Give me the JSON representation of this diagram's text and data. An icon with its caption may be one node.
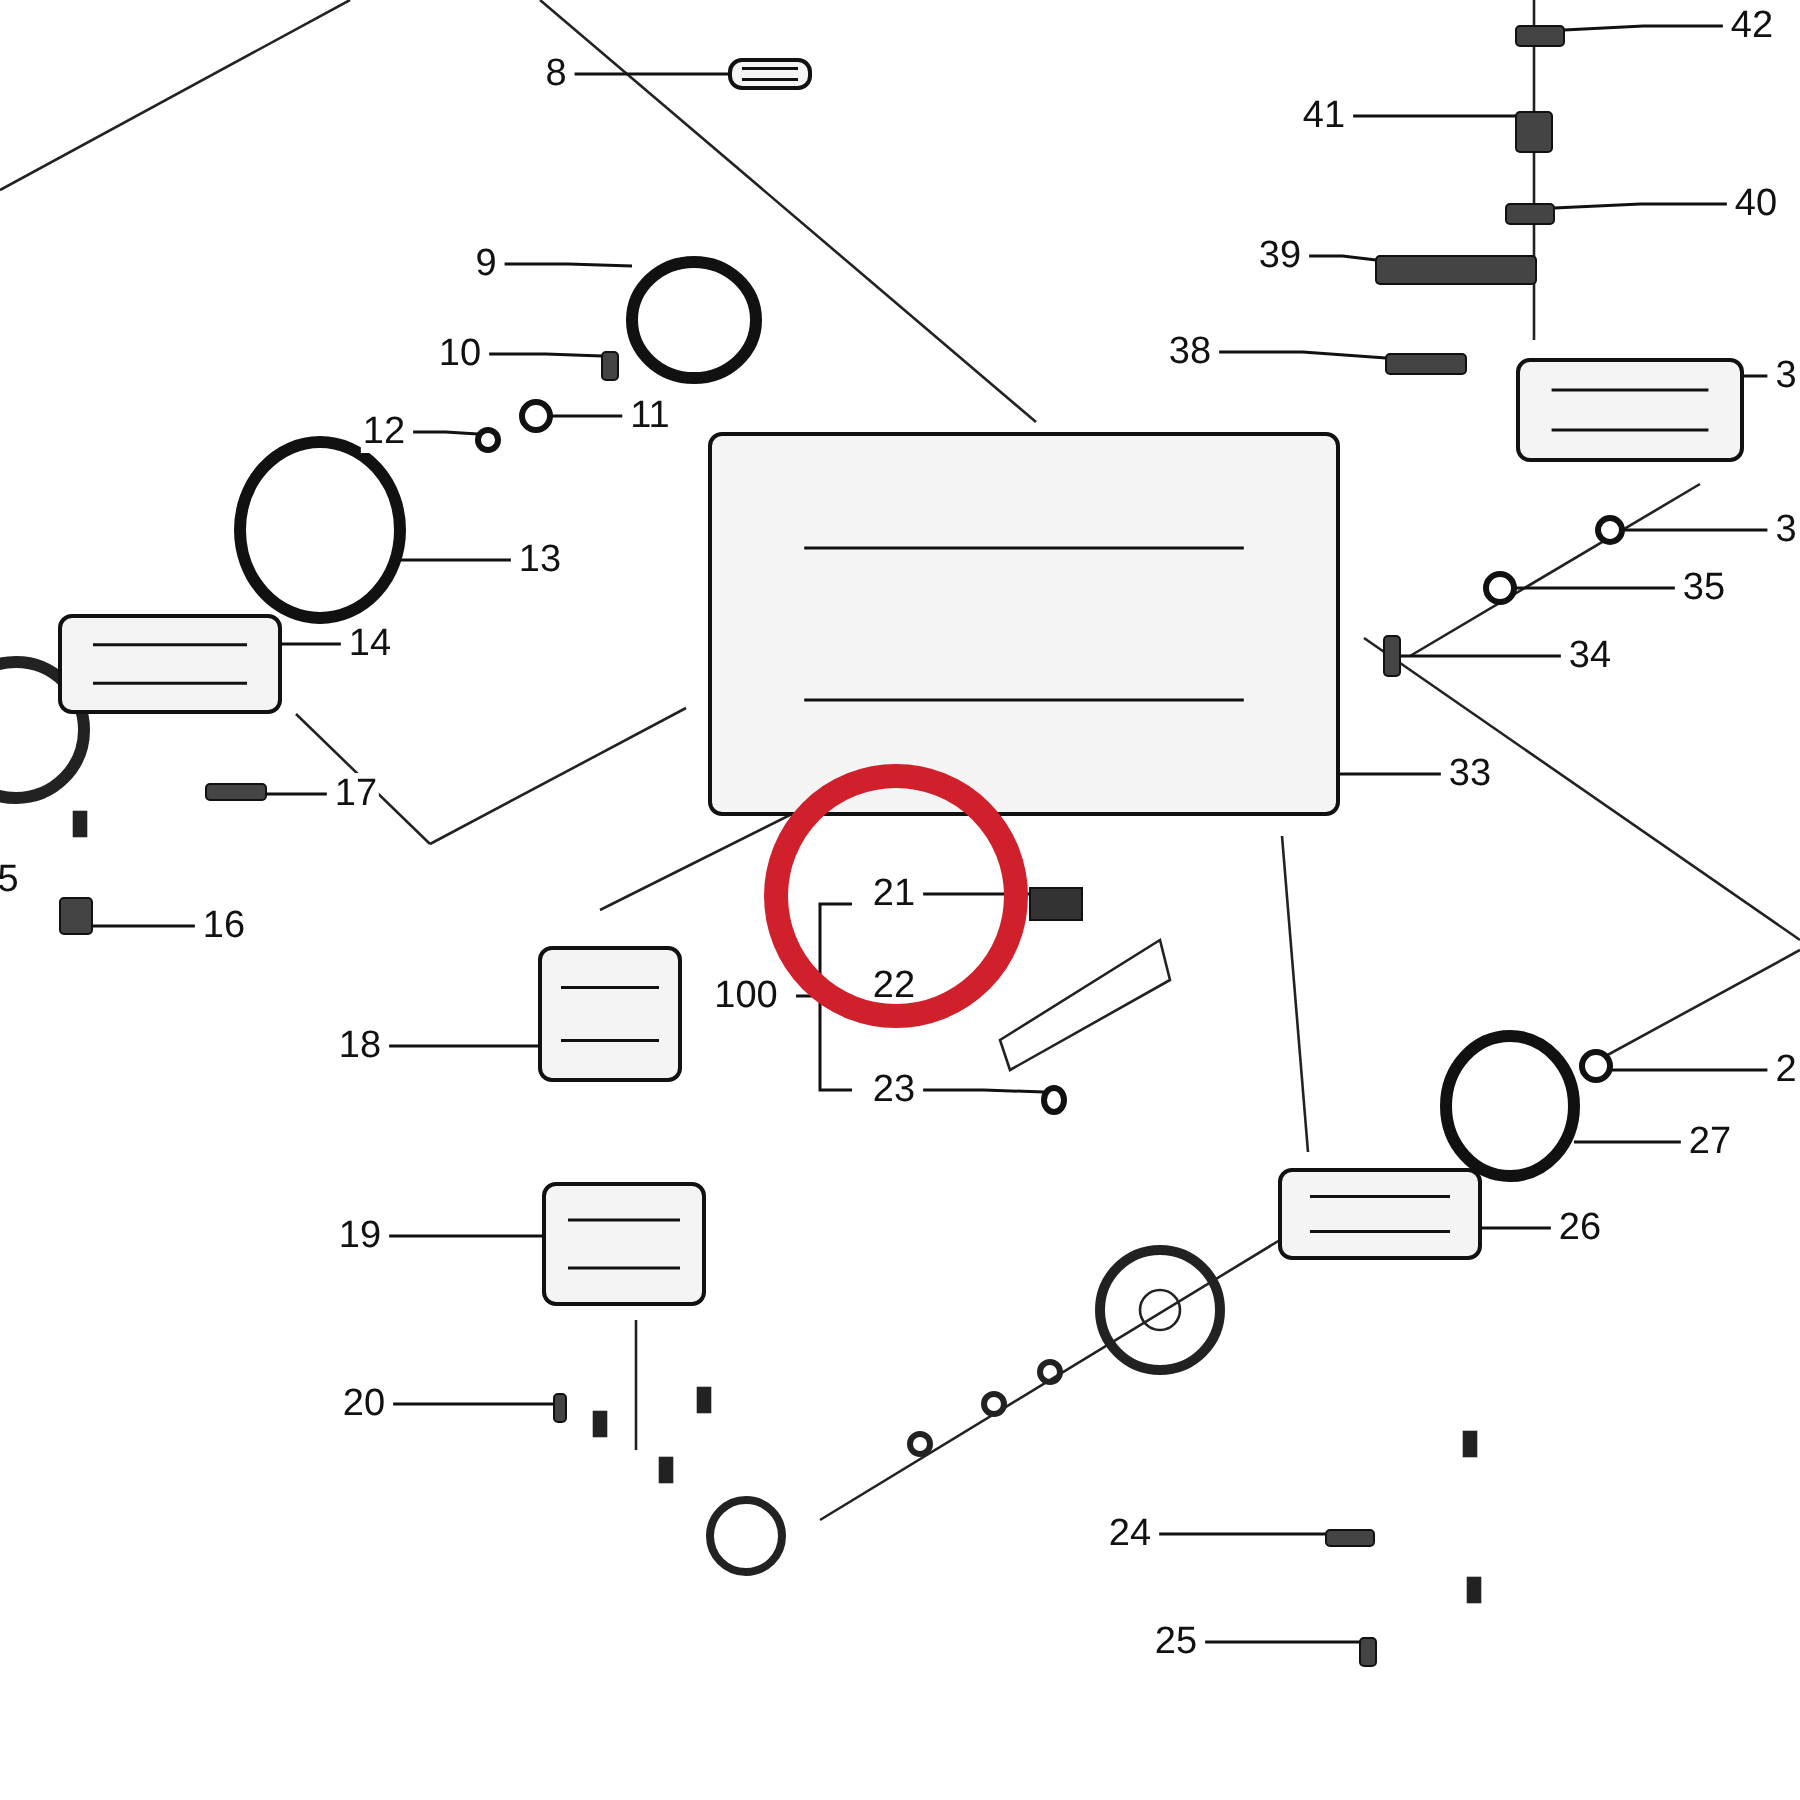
{
  "diagram": {
    "nodes": [
      {
        "text": [
          "8"
        ]
      },
      {
        "text": [],
        "shape": "picture"
      },
      {
        "text": [
          "9"
        ]
      },
      {
        "text": [],
        "shape": "circle"
      },
      {
        "text": [
          "10"
        ]
      },
      {
        "text": [],
        "shape": "bar"
      },
      {
        "text": [
          "11"
        ]
      },
      {
        "text": [],
        "shape": "circle"
      },
      {
        "text": [
          "12"
        ]
      },
      {
        "text": [],
        "shape": "circle"
      },
      {
        "text": [
          "13"
        ]
      },
      {
        "text": [],
        "shape": "circle"
      },
      {
        "text": [
          "14"
        ]
      },
      {
        "text": [],
        "shape": "picture"
      },
      {
        "text": [
          "17"
        ]
      },
      {
        "text": [],
        "shape": "bar"
      },
      {
        "text": [
          "16"
        ]
      },
      {
        "text": [],
        "shape": "bar"
      },
      {
        "text": [
          "18"
        ]
      },
      {
        "text": [],
        "shape": "picture"
      },
      {
        "text": [
          "19"
        ]
      },
      {
        "text": [],
        "shape": "picture"
      },
      {
        "text": [
          "20"
        ]
      },
      {
        "text": [],
        "shape": "bar"
      },
      {
        "text": [
          "21"
        ]
      },
      {
        "text": [],
        "shape": "box"
      },
      {
        "text": [
          "23"
        ]
      },
      {
        "text": [],
        "shape": "circle"
      },
      {
        "text": [
          "33"
        ]
      },
      {
        "text": [],
        "shape": "picture"
      },
      {
        "text": [
          "34"
        ]
      },
      {
        "text": [],
        "shape": "bar"
      },
      {
        "text": [
          "35"
        ]
      },
      {
        "text": [],
        "shape": "circle"
      },
      {
        "text": [
          "3"
        ]
      },
      {
        "text": [],
        "shape": "circle"
      },
      {
        "text": [
          "3"
        ]
      },
      {
        "text": [],
        "shape": "picture"
      },
      {
        "text": [
          "38"
        ]
      },
      {
        "text": [],
        "shape": "bar"
      },
      {
        "text": [
          "39"
        ]
      },
      {
        "text": [],
        "shape": "bar"
      },
      {
        "text": [
          "40"
        ]
      },
      {
        "text": [],
        "shape": "bar"
      },
      {
        "text": [
          "41"
        ]
      },
      {
        "text": [],
        "shape": "bar"
      },
      {
        "text": [
          "42"
        ]
      },
      {
        "text": [],
        "shape": "bar"
      },
      {
        "text": [
          "2"
        ]
      },
      {
        "text": [],
        "shape": "circle"
      },
      {
        "text": [
          "27"
        ]
      },
      {
        "text": [],
        "shape": "circle"
      },
      {
        "text": [
          "26"
        ]
      },
      {
        "text": [],
        "shape": "picture"
      },
      {
        "text": [
          "24"
        ]
      },
      {
        "text": [],
        "shape": "bar"
      },
      {
        "text": [
          "25"
        ]
      },
      {
        "text": [],
        "shape": "bar"
      }
    ],
    "edges": [
      {
        "from": 0,
        "to": 1,
        "arrow": "none"
      },
      {
        "from": 2,
        "to": 3,
        "arrow": "none"
      },
      {
        "from": 4,
        "to": 5,
        "arrow": "none"
      },
      {
        "from": 6,
        "to": 7,
        "arrow": "none"
      },
      {
        "from": 8,
        "to": 9,
        "arrow": "none"
      },
      {
        "from": 10,
        "to": 11,
        "arrow": "none"
      },
      {
        "from": 12,
        "to": 13,
        "arrow": "none"
      },
      {
        "from": 14,
        "to": 15,
        "arrow": "none"
      },
      {
        "from": 16,
        "to": 17,
        "arrow": "none"
      },
      {
        "from": 18,
        "to": 19,
        "arrow": "none"
      },
      {
        "from": 20,
        "to": 21,
        "arrow": "none"
      },
      {
        "from": 22,
        "to": 23,
        "arrow": "none"
      },
      {
        "from": 24,
        "to": 25,
        "arrow": "none"
      },
      {
        "from": 26,
        "to": 27,
        "arrow": "none"
      },
      {
        "from": 28,
        "to": 29,
        "arrow": "none"
      },
      {
        "from": 30,
        "to": 31,
        "arrow": "none"
      },
      {
        "from": 32,
        "to": 33,
        "arrow": "none"
      },
      {
        "from": 34,
        "to": 35,
        "arrow": "none"
      },
      {
        "from": 36,
        "to": 37,
        "arrow": "none"
      },
      {
        "from": 38,
        "to": 39,
        "arrow": "none"
      },
      {
        "from": 40,
        "to": 41,
        "arrow": "none"
      },
      {
        "from": 42,
        "to": 43,
        "arrow": "none"
      },
      {
        "from": 44,
        "to": 45,
        "arrow": "none"
      },
      {
        "from": 46,
        "to": 47,
        "arrow": "none"
      },
      {
        "from": 48,
        "to": 49,
        "arrow": "none"
      },
      {
        "from": 50,
        "to": 51,
        "arrow": "none"
      },
      {
        "from": 52,
        "to": 53,
        "arrow": "none"
      },
      {
        "from": 54,
        "to": 55,
        "arrow": "none"
      },
      {
        "from": 56,
        "to": 57,
        "arrow": "none"
      }
    ],
    "labels": [
      "5",
      "100",
      "22"
    ]
  }
}
